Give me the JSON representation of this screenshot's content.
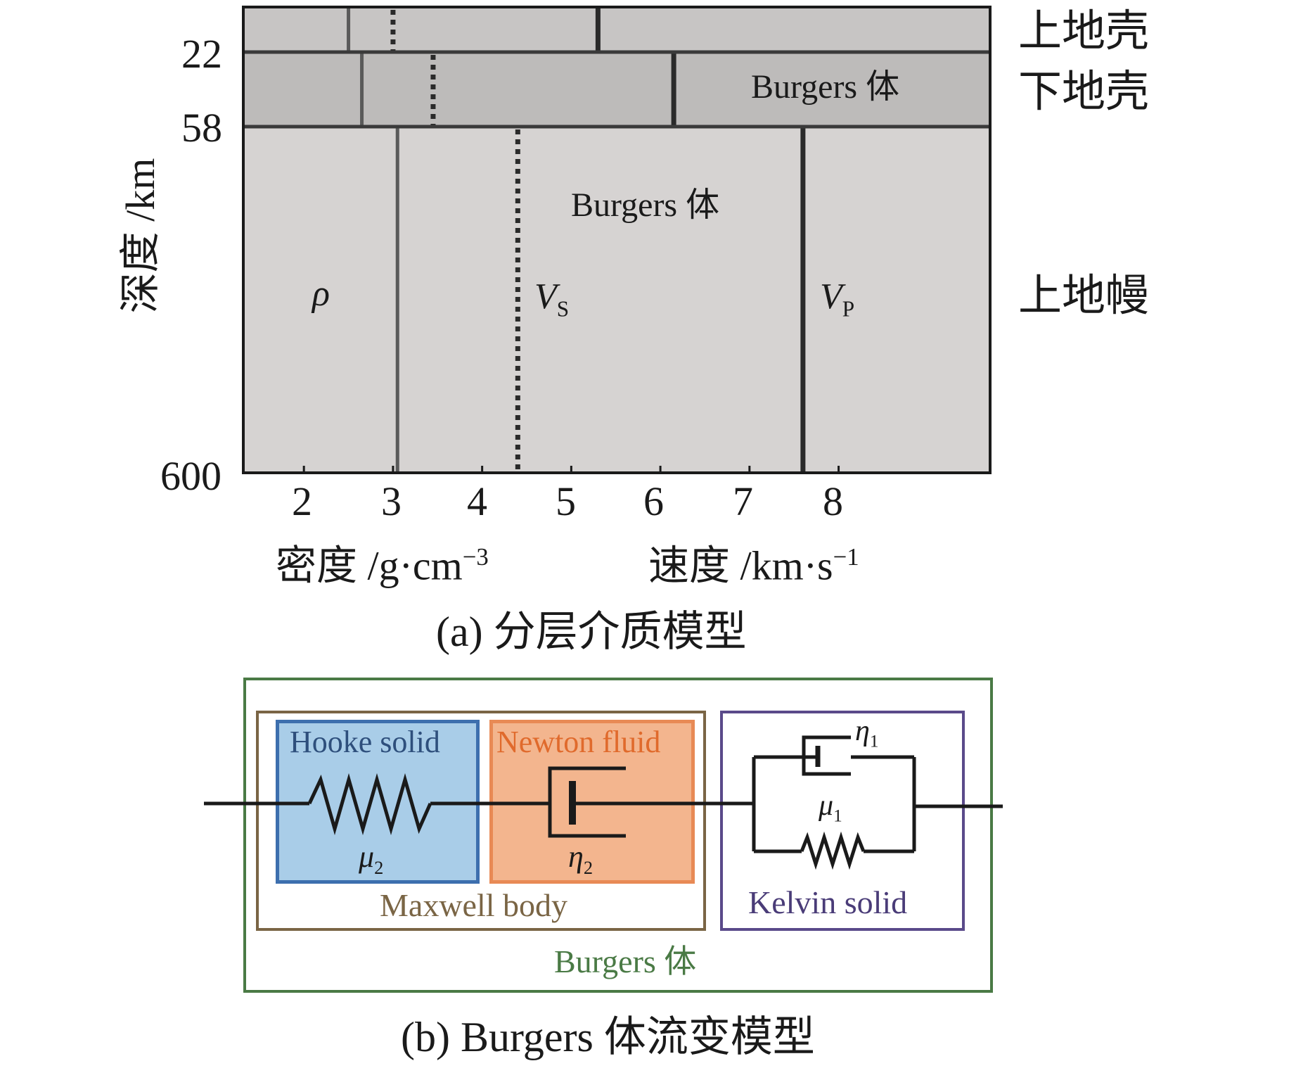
{
  "panel_a": {
    "depth_axis": {
      "label": "深度 /km",
      "ticks": [
        "22",
        "58",
        "600"
      ]
    },
    "layers": [
      {
        "name": "上地壳",
        "fill": "#c7c5c4",
        "rho": 2.5,
        "vs": 3.0,
        "vp": 5.3
      },
      {
        "name": "下地壳",
        "fill": "#bdbbba",
        "rho": 2.65,
        "vs": 3.45,
        "vp": 6.15,
        "annotation": "Burgers 体"
      },
      {
        "name": "上地幔",
        "fill": "#d6d3d2",
        "rho": 3.05,
        "vs": 4.4,
        "vp": 7.6,
        "annotation": "Burgers 体"
      }
    ],
    "x_axis": {
      "ticks": [
        "2",
        "3",
        "4",
        "5",
        "6",
        "7",
        "8"
      ],
      "density_label": "密度 /g·cm",
      "density_exp": "−3",
      "velocity_label": "速度 /km·s",
      "velocity_exp": "−1"
    },
    "curve_labels": {
      "rho": "ρ",
      "vs_main": "V",
      "vs_sub": "S",
      "vp_main": "V",
      "vp_sub": "P"
    },
    "caption": "(a) 分层介质模型"
  },
  "panel_b": {
    "outer_label": "Burgers 体",
    "maxwell_label": "Maxwell body",
    "hooke_label": "Hooke solid",
    "newton_label": "Newton fluid",
    "kelvin_label": "Kelvin solid",
    "mu2_main": "μ",
    "mu2_sub": "2",
    "eta2_main": "η",
    "eta2_sub": "2",
    "eta1_main": "η",
    "eta1_sub": "1",
    "mu1_main": "μ",
    "mu1_sub": "1",
    "caption": "(b) Burgers 体流变模型",
    "colors": {
      "outer": "#4a7a45",
      "maxwell": "#7a6545",
      "hooke_fill": "#a9cde8",
      "hooke_border": "#3d6fae",
      "hooke_text": "#2e4f7c",
      "newton_fill": "#f3b58e",
      "newton_border": "#e88a55",
      "newton_text": "#e06a2c",
      "kelvin": "#5a4a8a"
    }
  }
}
